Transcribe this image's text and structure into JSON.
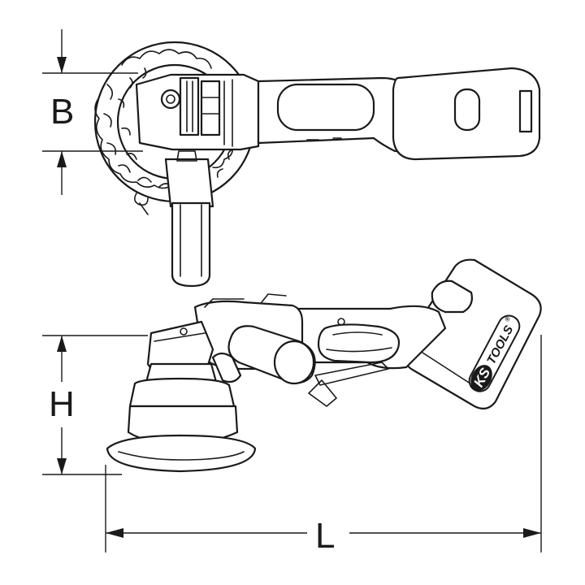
{
  "dimensions": {
    "width_label": "B",
    "height_label": "H",
    "length_label": "L"
  },
  "brand": {
    "ks": "KS",
    "tools": "TOOLS",
    "registered": "®"
  },
  "colors": {
    "line": "#1a1a1a",
    "background": "#ffffff"
  }
}
